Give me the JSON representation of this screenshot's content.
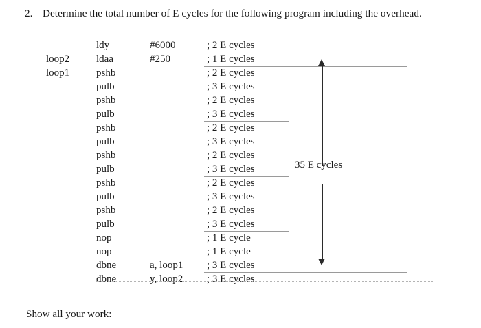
{
  "question": {
    "number": "2.",
    "text": "Determine the total number of E cycles for the following program including the overhead."
  },
  "code_listing": {
    "rows": [
      {
        "label": "",
        "mnemonic": "ldy",
        "operand": "#6000",
        "comment": "; 2 E cycles",
        "rule": "none"
      },
      {
        "label": "loop2",
        "mnemonic": "ldaa",
        "operand": "#250",
        "comment": "; 1 E cycles",
        "rule": "long"
      },
      {
        "label": "loop1",
        "mnemonic": "pshb",
        "operand": "",
        "comment": "; 2 E cycles",
        "rule": "none"
      },
      {
        "label": "",
        "mnemonic": "pulb",
        "operand": "",
        "comment": "; 3 E cycles",
        "rule": "short"
      },
      {
        "label": "",
        "mnemonic": "pshb",
        "operand": "",
        "comment": "; 2 E cycles",
        "rule": "none"
      },
      {
        "label": "",
        "mnemonic": "pulb",
        "operand": "",
        "comment": "; 3 E cycles",
        "rule": "short"
      },
      {
        "label": "",
        "mnemonic": "pshb",
        "operand": "",
        "comment": "; 2 E cycles",
        "rule": "none"
      },
      {
        "label": "",
        "mnemonic": "pulb",
        "operand": "",
        "comment": "; 3 E cycles",
        "rule": "short"
      },
      {
        "label": "",
        "mnemonic": "pshb",
        "operand": "",
        "comment": "; 2 E cycles",
        "rule": "none"
      },
      {
        "label": "",
        "mnemonic": "pulb",
        "operand": "",
        "comment": "; 3 E cycles",
        "rule": "short"
      },
      {
        "label": "",
        "mnemonic": "pshb",
        "operand": "",
        "comment": "; 2 E cycles",
        "rule": "none"
      },
      {
        "label": "",
        "mnemonic": "pulb",
        "operand": "",
        "comment": "; 3 E cycles",
        "rule": "short"
      },
      {
        "label": "",
        "mnemonic": "pshb",
        "operand": "",
        "comment": "; 2 E cycles",
        "rule": "none"
      },
      {
        "label": "",
        "mnemonic": "pulb",
        "operand": "",
        "comment": "; 3 E cycles",
        "rule": "short"
      },
      {
        "label": "",
        "mnemonic": "nop",
        "operand": "",
        "comment": "; 1 E cycle",
        "rule": "none"
      },
      {
        "label": "",
        "mnemonic": "nop",
        "operand": "",
        "comment": "; 1 E cycle",
        "rule": "short"
      },
      {
        "label": "",
        "mnemonic": "dbne",
        "operand": "a, loop1",
        "comment": "; 3 E cycles",
        "rule": "long"
      },
      {
        "label": "",
        "mnemonic": "dbne",
        "operand": "y, loop2",
        "comment": "; 3 E cycles",
        "rule": "none"
      }
    ]
  },
  "annotation": {
    "bracket_label": "35 E cycles"
  },
  "footer": {
    "work_prompt": "Show all your work:"
  },
  "colors": {
    "text": "#1a1a1a",
    "rule": "#9a9a9a",
    "arrow": "#2b2b2b",
    "dotted": "#b4b4b4"
  }
}
